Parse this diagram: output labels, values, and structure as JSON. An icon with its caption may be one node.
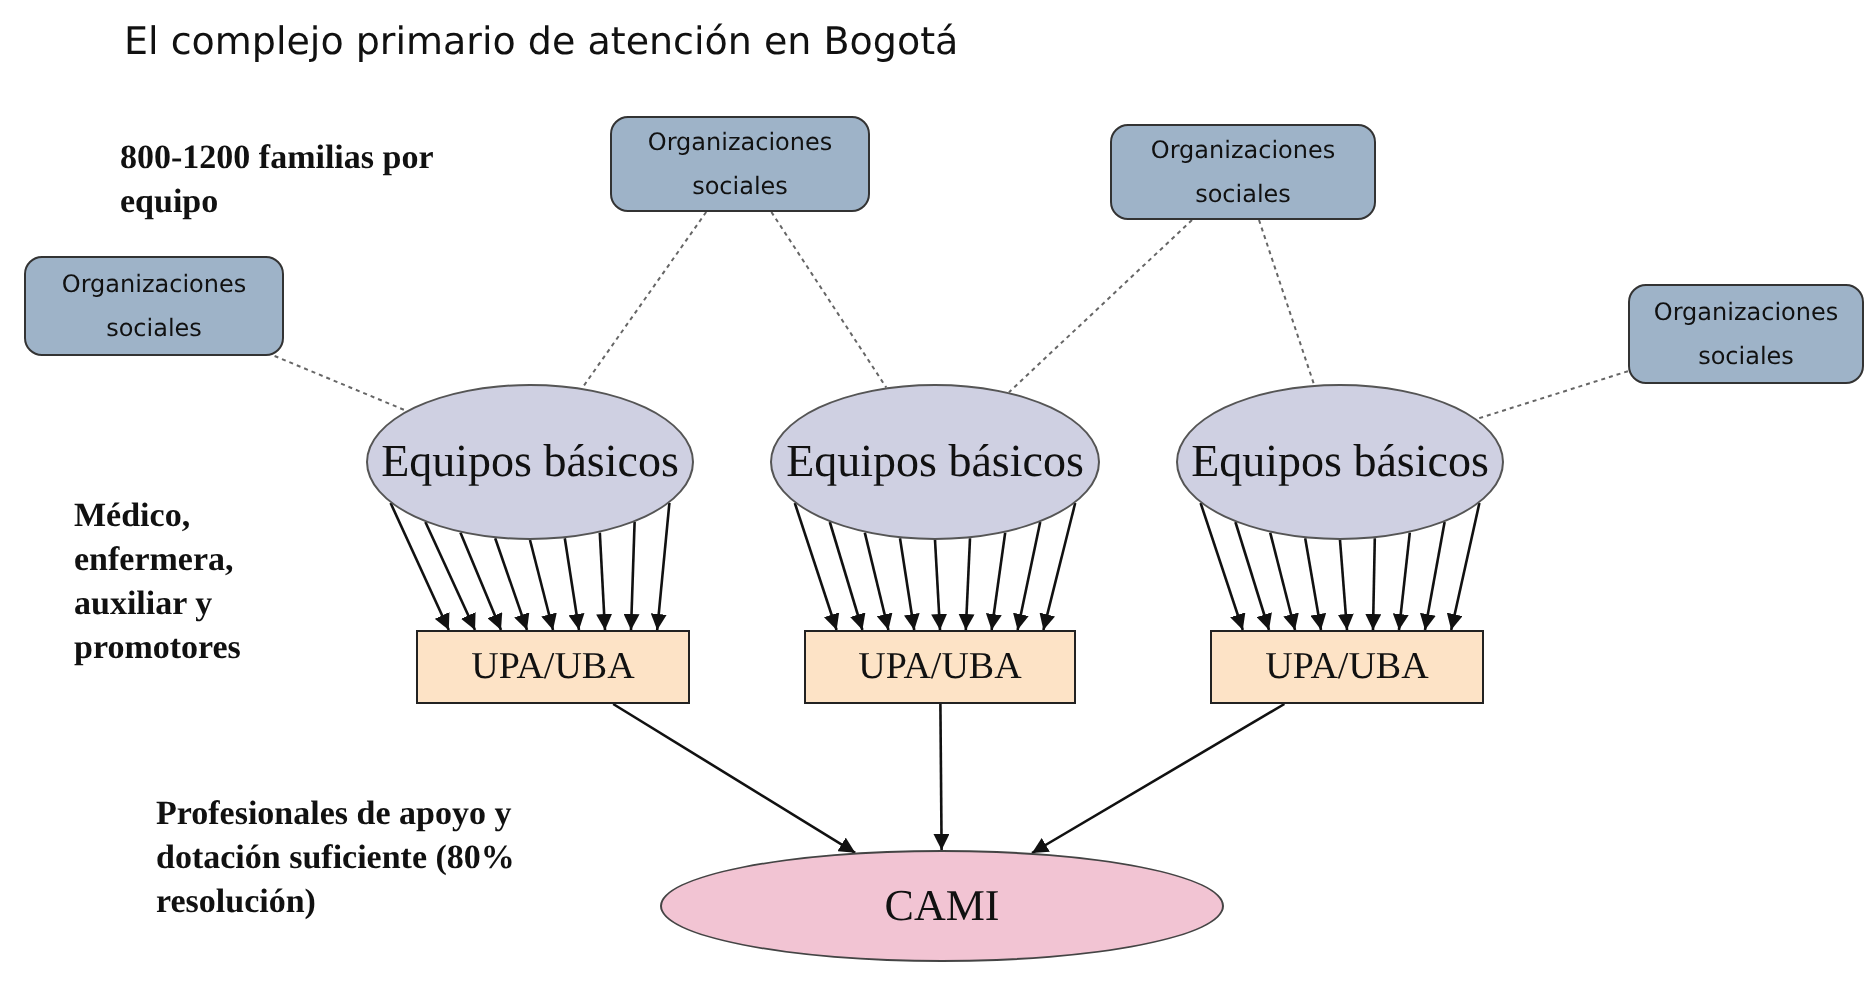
{
  "diagram": {
    "title": "El complejo primario de atención en Bogotá",
    "nodes": [
      {
        "text": [
          "Organizaciones sociales"
        ]
      },
      {
        "text": [
          "Organizaciones sociales"
        ]
      },
      {
        "text": [
          "Organizaciones sociales"
        ]
      },
      {
        "text": [
          "Organizaciones sociales"
        ]
      },
      {
        "text": [
          "Equipos básicos"
        ]
      },
      {
        "text": [
          "Equipos básicos"
        ]
      },
      {
        "text": [
          "Equipos básicos"
        ]
      },
      {
        "text": [
          "UPA/UBA"
        ]
      },
      {
        "text": [
          "UPA/UBA"
        ]
      },
      {
        "text": [
          "UPA/UBA"
        ]
      },
      {
        "text": [
          "CAMI"
        ]
      }
    ],
    "edges": [
      {
        "from": 0,
        "to": 4,
        "arrow": "none",
        "style": "dashed"
      },
      {
        "from": 1,
        "to": 4,
        "arrow": "none",
        "style": "dashed"
      },
      {
        "from": 1,
        "to": 5,
        "arrow": "none",
        "style": "dashed"
      },
      {
        "from": 2,
        "to": 5,
        "arrow": "none",
        "style": "dashed"
      },
      {
        "from": 2,
        "to": 6,
        "arrow": "none",
        "style": "dashed"
      },
      {
        "from": 3,
        "to": 6,
        "arrow": "none",
        "style": "dashed"
      },
      {
        "from": 4,
        "to": 7,
        "arrow": "to"
      },
      {
        "from": 4,
        "to": 7,
        "arrow": "to"
      },
      {
        "from": 4,
        "to": 7,
        "arrow": "to"
      },
      {
        "from": 4,
        "to": 7,
        "arrow": "to"
      },
      {
        "from": 4,
        "to": 7,
        "arrow": "to"
      },
      {
        "from": 4,
        "to": 7,
        "arrow": "to"
      },
      {
        "from": 4,
        "to": 7,
        "arrow": "to"
      },
      {
        "from": 4,
        "to": 7,
        "arrow": "to"
      },
      {
        "from": 4,
        "to": 7,
        "arrow": "to"
      },
      {
        "from": 5,
        "to": 8,
        "arrow": "to"
      },
      {
        "from": 5,
        "to": 8,
        "arrow": "to"
      },
      {
        "from": 5,
        "to": 8,
        "arrow": "to"
      },
      {
        "from": 5,
        "to": 8,
        "arrow": "to"
      },
      {
        "from": 5,
        "to": 8,
        "arrow": "to"
      },
      {
        "from": 5,
        "to": 8,
        "arrow": "to"
      },
      {
        "from": 5,
        "to": 8,
        "arrow": "to"
      },
      {
        "from": 5,
        "to": 8,
        "arrow": "to"
      },
      {
        "from": 5,
        "to": 8,
        "arrow": "to"
      },
      {
        "from": 6,
        "to": 9,
        "arrow": "to"
      },
      {
        "from": 6,
        "to": 9,
        "arrow": "to"
      },
      {
        "from": 6,
        "to": 9,
        "arrow": "to"
      },
      {
        "from": 6,
        "to": 9,
        "arrow": "to"
      },
      {
        "from": 6,
        "to": 9,
        "arrow": "to"
      },
      {
        "from": 6,
        "to": 9,
        "arrow": "to"
      },
      {
        "from": 6,
        "to": 9,
        "arrow": "to"
      },
      {
        "from": 6,
        "to": 9,
        "arrow": "to"
      },
      {
        "from": 6,
        "to": 9,
        "arrow": "to"
      },
      {
        "from": 7,
        "to": 10,
        "arrow": "to"
      },
      {
        "from": 8,
        "to": 10,
        "arrow": "to"
      },
      {
        "from": 9,
        "to": 10,
        "arrow": "to"
      }
    ],
    "labels": [
      "800-1200 familias por equipo",
      "Médico, enfermera, auxiliar y promotores",
      "Profesionales de apoyo y dotación suficiente (80% resolución)"
    ]
  }
}
